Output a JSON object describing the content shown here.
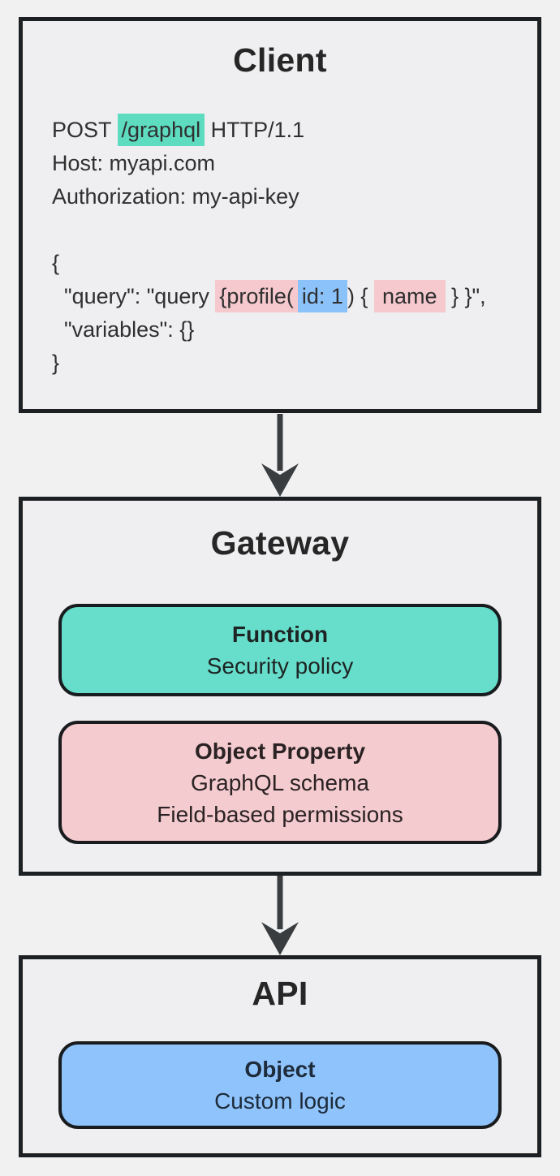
{
  "client": {
    "title": "Client",
    "request": {
      "post_pre": "POST ",
      "post_path": "/graphql",
      "post_rest": " HTTP/1.1",
      "host": "Host: myapi.com",
      "authorization": "Authorization: my-api-key"
    },
    "json_block": {
      "open_brace": "{",
      "query_pre": "  \"query\": \"query ",
      "query_profile": "{profile(",
      "query_id": "id: 1",
      "query_mid": ") { ",
      "query_name": "name",
      "query_post": " } }\",",
      "variables": "  \"variables\": {}",
      "close_brace": "}"
    }
  },
  "gateway": {
    "title": "Gateway",
    "cards": [
      {
        "title": "Function",
        "lines": [
          "Security policy"
        ]
      },
      {
        "title": "Object Property",
        "lines": [
          "GraphQL schema",
          "Field-based permissions"
        ]
      }
    ]
  },
  "api": {
    "title": "API",
    "cards": [
      {
        "title": "Object",
        "lines": [
          "Custom logic"
        ]
      }
    ]
  },
  "colors": {
    "outer_border": "#1d2022",
    "background": "#f1f1f2",
    "arrow": "#3a3d3f",
    "teal_card": "#67decb",
    "pink_card": "#f4cbcf",
    "blue_card": "#8fc3fc",
    "teal_highlight": "#5edcc0",
    "pink_highlight": "#f5c9ce",
    "blue_highlight": "#8cc2fa"
  }
}
